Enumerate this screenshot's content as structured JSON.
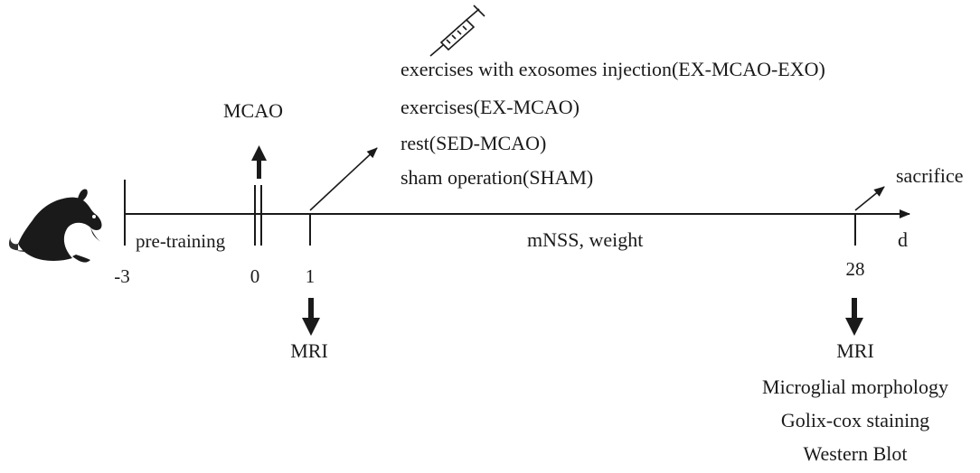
{
  "groups": {
    "title_top": "exercises with exosomes injection(EX-MCAO-EXO)",
    "ex": "exercises(EX-MCAO)",
    "rest": "rest(SED-MCAO)",
    "sham": "sham operation(SHAM)"
  },
  "labels": {
    "mcao": "MCAO",
    "pretraining": "pre-training",
    "mnss": "mNSS, weight",
    "sacrifice": "sacrifice",
    "axis_unit": "d"
  },
  "ticks": [
    "-3",
    "0",
    "1",
    "28"
  ],
  "mri_day1": "MRI",
  "day28_assays": [
    "MRI",
    "Microglial morphology",
    "Golix-cox staining",
    "Western Blot"
  ]
}
